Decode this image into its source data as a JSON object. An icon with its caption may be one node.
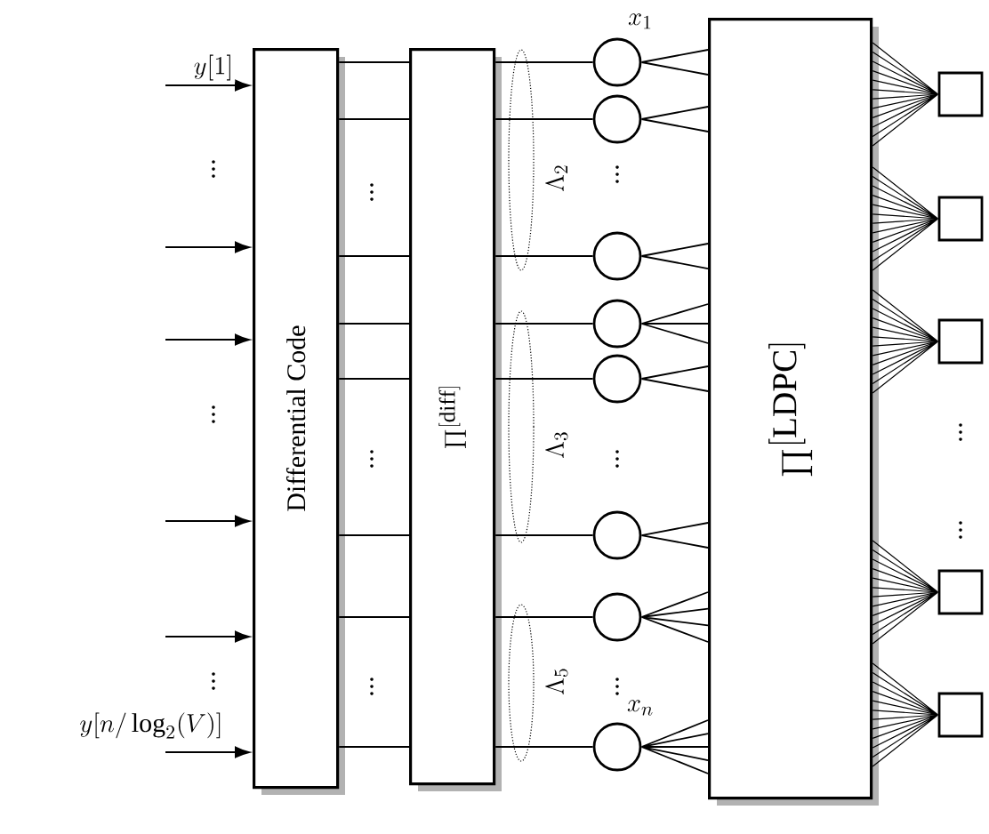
{
  "diagram": {
    "nodes": [
      {
        "text": [
          "Differential Code"
        ]
      },
      {
        "text": [
          "\\Pi^{[\\mathrm{diff}]}"
        ]
      },
      {
        "text": [
          "\\Pi^{[\\mathrm{LDPC}]}"
        ]
      },
      {
        "text": [],
        "shape": "circle",
        "beside": [
          "x_1"
        ]
      },
      {
        "text": [],
        "shape": "circle"
      },
      {
        "text": [],
        "shape": "circle"
      },
      {
        "text": [],
        "shape": "circle"
      },
      {
        "text": [],
        "shape": "circle"
      },
      {
        "text": [],
        "shape": "circle"
      },
      {
        "text": [],
        "shape": "circle"
      },
      {
        "text": [],
        "shape": "circle",
        "beside": [
          "x_n"
        ]
      },
      {
        "text": [],
        "shape": "box"
      },
      {
        "text": [],
        "shape": "box"
      },
      {
        "text": [],
        "shape": "box"
      },
      {
        "text": [],
        "shape": "box"
      },
      {
        "text": [],
        "shape": "box"
      },
      {
        "text": [],
        "shape": "ellipse",
        "beside": [
          "\\Lambda_2"
        ]
      },
      {
        "text": [],
        "shape": "ellipse",
        "beside": [
          "\\Lambda_3"
        ]
      },
      {
        "text": [],
        "shape": "ellipse",
        "beside": [
          "\\Lambda_5"
        ]
      }
    ],
    "edges": [
      {
        "from": null,
        "to": 0,
        "arrow": "to",
        "label": "y[1]"
      },
      {
        "from": null,
        "to": 0,
        "arrow": "to"
      },
      {
        "from": null,
        "to": 0,
        "arrow": "to"
      },
      {
        "from": null,
        "to": 0,
        "arrow": "to"
      },
      {
        "from": null,
        "to": 0,
        "arrow": "to"
      },
      {
        "from": null,
        "to": 0,
        "arrow": "to",
        "label": "y[n/\\log_2(V)]"
      },
      {
        "from": 0,
        "to": 1,
        "arrow": "none"
      },
      {
        "from": 0,
        "to": 1,
        "arrow": "none"
      },
      {
        "from": 0,
        "to": 1,
        "arrow": "none"
      },
      {
        "from": 0,
        "to": 1,
        "arrow": "none"
      },
      {
        "from": 0,
        "to": 1,
        "arrow": "none"
      },
      {
        "from": 0,
        "to": 1,
        "arrow": "none"
      },
      {
        "from": 0,
        "to": 1,
        "arrow": "none"
      },
      {
        "from": 0,
        "to": 1,
        "arrow": "none"
      },
      {
        "from": 1,
        "to": 3,
        "arrow": "none"
      },
      {
        "from": 1,
        "to": 4,
        "arrow": "none"
      },
      {
        "from": 1,
        "to": 5,
        "arrow": "none"
      },
      {
        "from": 1,
        "to": 6,
        "arrow": "none"
      },
      {
        "from": 1,
        "to": 7,
        "arrow": "none"
      },
      {
        "from": 1,
        "to": 8,
        "arrow": "none"
      },
      {
        "from": 1,
        "to": 9,
        "arrow": "none"
      },
      {
        "from": 1,
        "to": 10,
        "arrow": "none"
      },
      {
        "from": 3,
        "to": 2,
        "arrow": "none"
      },
      {
        "from": 4,
        "to": 2,
        "arrow": "none"
      },
      {
        "from": 5,
        "to": 2,
        "arrow": "none"
      },
      {
        "from": 6,
        "to": 2,
        "arrow": "none"
      },
      {
        "from": 7,
        "to": 2,
        "arrow": "none"
      },
      {
        "from": 8,
        "to": 2,
        "arrow": "none"
      },
      {
        "from": 9,
        "to": 2,
        "arrow": "none"
      },
      {
        "from": 10,
        "to": 2,
        "arrow": "none"
      },
      {
        "from": 2,
        "to": 11,
        "arrow": "none"
      },
      {
        "from": 2,
        "to": 12,
        "arrow": "none"
      },
      {
        "from": 2,
        "to": 13,
        "arrow": "none"
      },
      {
        "from": 2,
        "to": 14,
        "arrow": "none"
      },
      {
        "from": 2,
        "to": 15,
        "arrow": "none"
      }
    ],
    "labels": [
      "\\vdots",
      "\\vdots",
      "\\vdots",
      "\\vdots",
      "\\vdots",
      "\\vdots",
      "\\vdots",
      "\\vdots",
      "\\vdots",
      "\\vdots",
      "\\vdots"
    ]
  }
}
